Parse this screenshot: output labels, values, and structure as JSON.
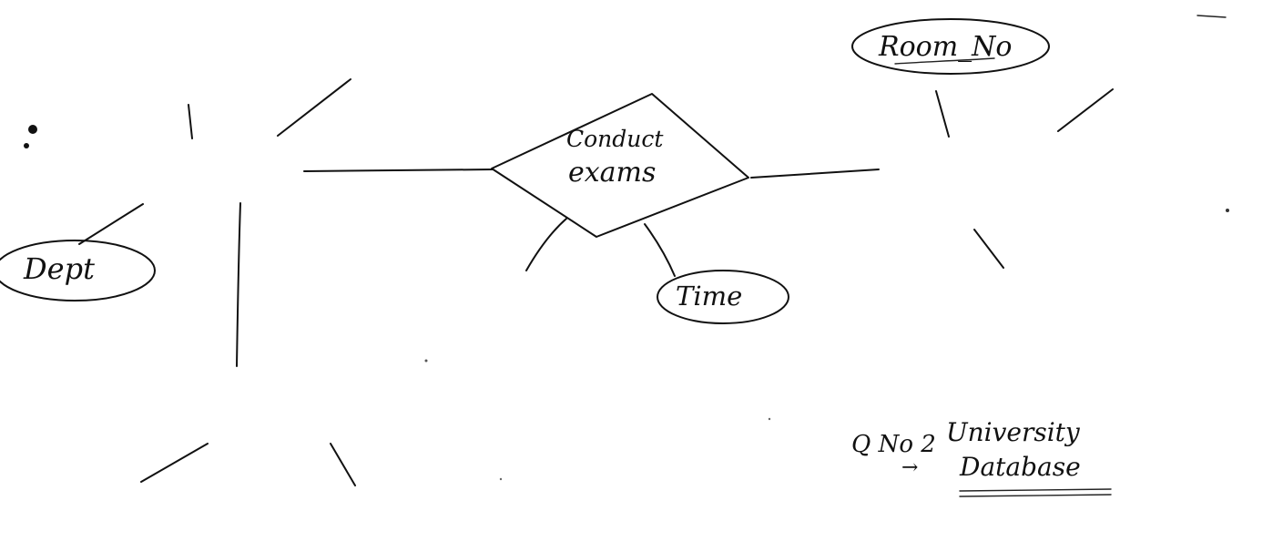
{
  "diagram": {
    "relationship": {
      "line1": "Conduct",
      "line2": "exams"
    },
    "attributes": {
      "room_no": "Room_No",
      "dept": "Dept",
      "time": "Time"
    },
    "caption": {
      "qno": "Q No 2",
      "arrow": "→",
      "line1": "University",
      "line2": "Database"
    }
  }
}
